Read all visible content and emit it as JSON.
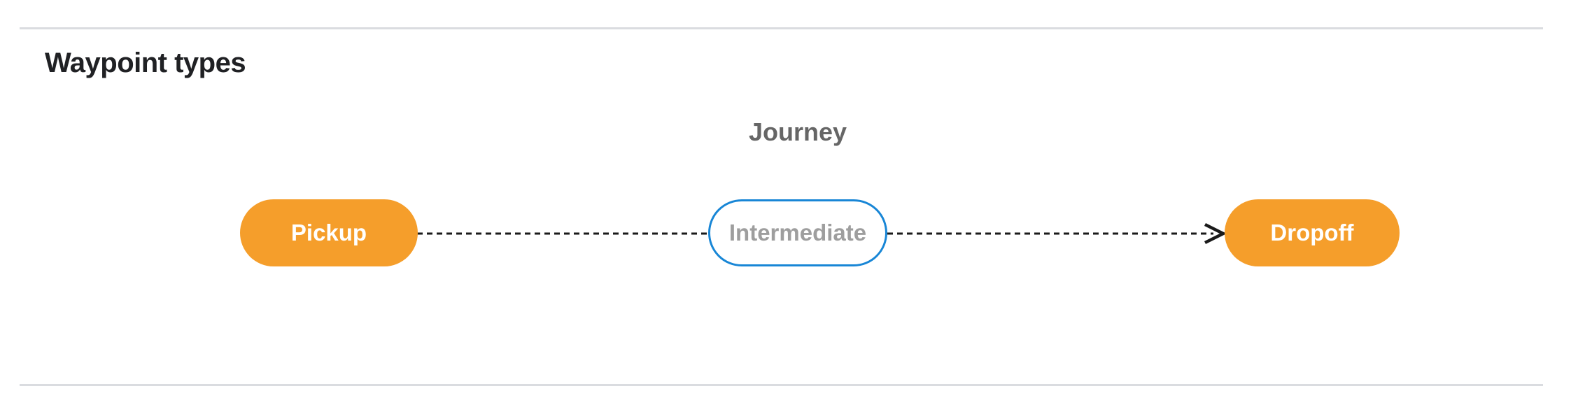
{
  "section": {
    "title": "Waypoint types"
  },
  "diagram": {
    "caption": "Journey",
    "nodes": [
      {
        "id": "pickup",
        "label": "Pickup",
        "variant": "filled"
      },
      {
        "id": "intermediate",
        "label": "Intermediate",
        "variant": "outlined"
      },
      {
        "id": "dropoff",
        "label": "Dropoff",
        "variant": "filled"
      }
    ],
    "edge": {
      "from": "pickup",
      "to": "dropoff",
      "via": "intermediate",
      "style": "dashed",
      "arrow": "end"
    }
  },
  "colors": {
    "background": "#FFFFFF",
    "title_text": "#202124",
    "caption_text": "#666666",
    "divider": "#DADCE0",
    "node_filled_bg": "#F59E2B",
    "node_filled_text": "#FFFFFF",
    "node_outlined_border": "#1886D6",
    "node_outlined_text": "#9E9E9E",
    "edge_stroke": "#1A1A1A"
  }
}
